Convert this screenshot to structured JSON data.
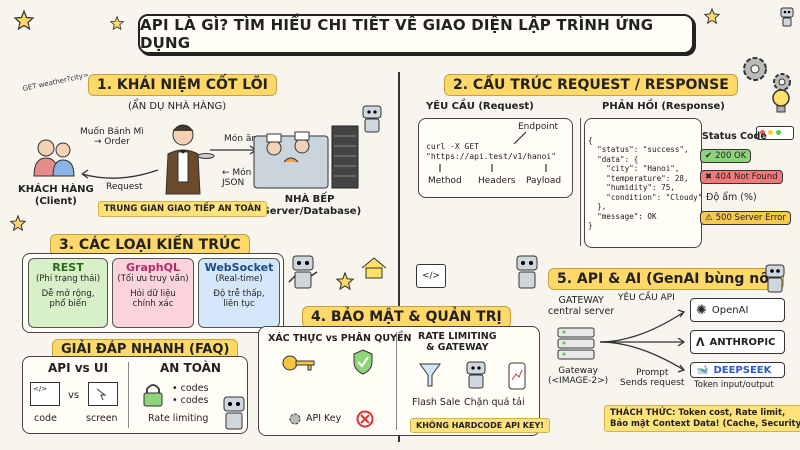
{
  "title": "API LÀ GÌ? TÌM HIỂU CHI TIẾT VỀ GIAO DIỆN LẬP TRÌNH ỨNG DỤNG",
  "handwritten_note": "GET weather?city=",
  "sec1": {
    "title": "1. KHÁI NIỆM CỐT LÕI",
    "subtitle": "(ẨN DỤ NHÀ HÀNG)",
    "order_label": "Muốn Bánh Mì\n→ Order",
    "request_label": "Request",
    "dish_top": "Món ăn",
    "dish_bottom": "← Món ăn\nJSON",
    "client_label": "KHÁCH HÀNG\n(Client)",
    "kitchen_label": "NHÀ BẾP\n(Server/Database)",
    "middleman": "TRUNG GIAN GIAO TIẾP AN TOÀN"
  },
  "sec2": {
    "title": "2. CẤU TRÚC REQUEST / RESPONSE",
    "req_title": "YÊU CẦU (Request)",
    "res_title": "PHẢN HỒI (Response)",
    "curl": "curl -X GET\n\"https://api.test/v1/hanoi\"",
    "endpoint": "Endpoint",
    "method": "Method",
    "headers": "Headers",
    "payload": "Payload",
    "json": "{\n  \"status\": \"success\",\n  \"data\": {\n    \"city\": \"Hanoi\",\n    \"temperature\": 28,\n    \"humidity\": 75,\n    \"condition\": \"Cloudy\"\n  },\n  \"message\": OK\n}",
    "status_code": "Status Code",
    "s200": "200 OK",
    "s404": "404 Not Found",
    "humidity": "Độ ẩm (%)",
    "s500": "500 Server Error"
  },
  "sec3": {
    "title": "3. CÁC LOẠI KIẾN TRÚC",
    "cards": [
      {
        "name": "REST",
        "sub": "(Phi trạng thái)",
        "desc": "Dễ mở rộng,\nphổ biến",
        "color": "#d8f0c8"
      },
      {
        "name": "GraphQL",
        "sub": "(Tối ưu truy vấn)",
        "desc": "Hỏi dữ liệu\nchính xác",
        "color": "#fad3dc"
      },
      {
        "name": "WebSocket",
        "sub": "(Real-time)",
        "desc": "Độ trễ thấp,\nliên tục",
        "color": "#d4e6fa"
      }
    ]
  },
  "faq": {
    "title": "GIẢI ĐÁP NHANH (FAQ)",
    "api_vs_ui": "API vs UI",
    "vs": "vs",
    "code": "code",
    "screen": "screen",
    "an_toan": "AN TOÀN",
    "codes1": "• codes",
    "codes2": "• codes",
    "rate": "Rate limiting"
  },
  "sec4": {
    "title": "4. BẢO MẬT & QUẢN TRỊ",
    "auth": "XÁC THỰC vs PHÂN QUYỀN",
    "rate_title": "RATE LIMITING\n& GATEWAY",
    "flash": "Flash Sale",
    "block": "Chặn quá tải",
    "apikey": "API Key",
    "warning": "KHÔNG HARDCODE API KEY!"
  },
  "sec5": {
    "title": "5. API & AI (GenAI bùng nổ)",
    "gateway": "GATEWAY\ncentral server",
    "req_api": "YÊU CẦU API",
    "gateway_img": "Gateway\n(<IMAGE-2>)",
    "prompt": "Prompt\nSends request",
    "openai": "OpenAI",
    "anthropic": "ANTHROPIC",
    "deepseek": "DEEPSEEK",
    "token": "Token input/output",
    "challenge": "THÁCH THỨC: Token cost, Rate limit,\nBảo mật Context Data! (Cache, Security)"
  },
  "colors": {
    "accent": "#ffd86a",
    "ok": "#8ed47a",
    "notfound": "#f07a7a",
    "servererr": "#f7c94e"
  }
}
